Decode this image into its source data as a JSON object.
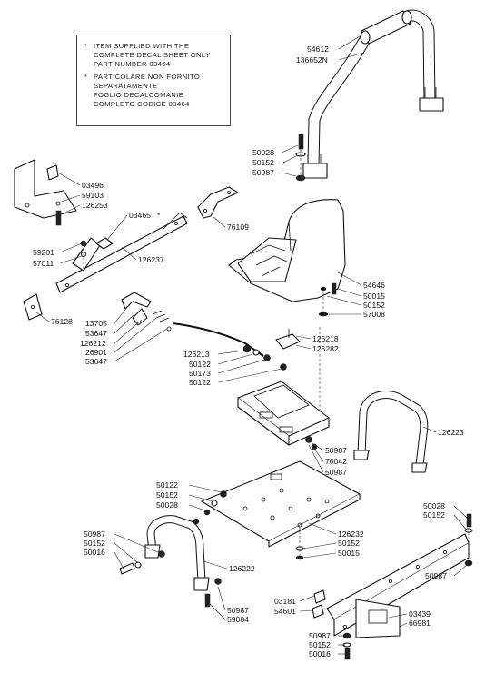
{
  "note": {
    "star": "*",
    "en_lines": [
      "ITEM SUPPLIED WITH THE",
      "COMPLETE DECAL SHEET ONLY",
      "PART NUMBER 03464"
    ],
    "it_lines": [
      "PARTICOLARE NON FORNITO",
      "SEPARATAMENTE",
      "FOGLIO DECALCOMANIE",
      "COMPLETO CODICE 03464"
    ]
  },
  "labels": {
    "l54612": "54612",
    "l136652n": "136652N",
    "l50028a": "50028",
    "l50152a": "50152",
    "l50987a": "50987",
    "l03496": "03496",
    "l59103": "59103",
    "l126253": "126253",
    "l03465": "03465",
    "l76109": "76109",
    "l59201": "59201",
    "l57011": "57011",
    "l126237": "126237",
    "l54646": "54646",
    "l50015a": "50015",
    "l50152b": "50152",
    "l57008": "57008",
    "l76128": "76128",
    "l13705": "13705",
    "l53647a": "53647",
    "l126212": "126212",
    "l26901": "26901",
    "l53647b": "53647",
    "l126218": "126218",
    "l126282": "126282",
    "l126213": "126213",
    "l50122a": "50122",
    "l50173": "50173",
    "l50122b": "50122",
    "l126223": "126223",
    "l50987b": "50987",
    "l76042": "76042",
    "l50987c": "50987",
    "l50122c": "50122",
    "l50152c": "50152",
    "l50028b": "50028",
    "l50028c": "50028",
    "l50152d": "50152",
    "l50987d": "50987",
    "l50152e": "50152",
    "l50016a": "50016",
    "l126232": "126232",
    "l50152f": "50152",
    "l50015b": "50015",
    "l126222": "126222",
    "l50987e": "50987",
    "l03181": "03181",
    "l54601": "54601",
    "l03439": "03439",
    "l66981": "66981",
    "l50987f": "50987",
    "l59084": "59084",
    "l50987g": "50987",
    "l50152g": "50152",
    "l50016b": "50016"
  }
}
